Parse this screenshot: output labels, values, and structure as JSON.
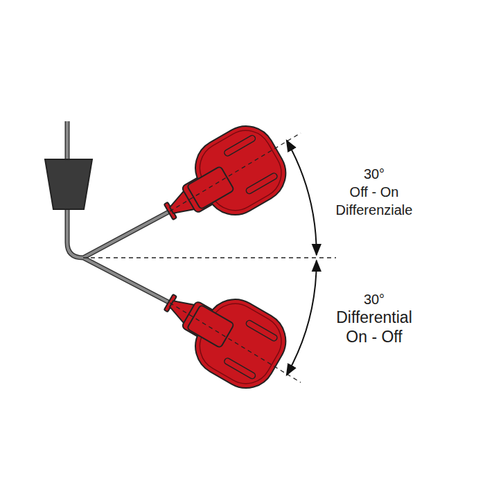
{
  "diagram": {
    "labels": [
      "30°",
      "Off - On",
      "Differenziale",
      "30°",
      "Differential",
      "On - Off"
    ]
  }
}
